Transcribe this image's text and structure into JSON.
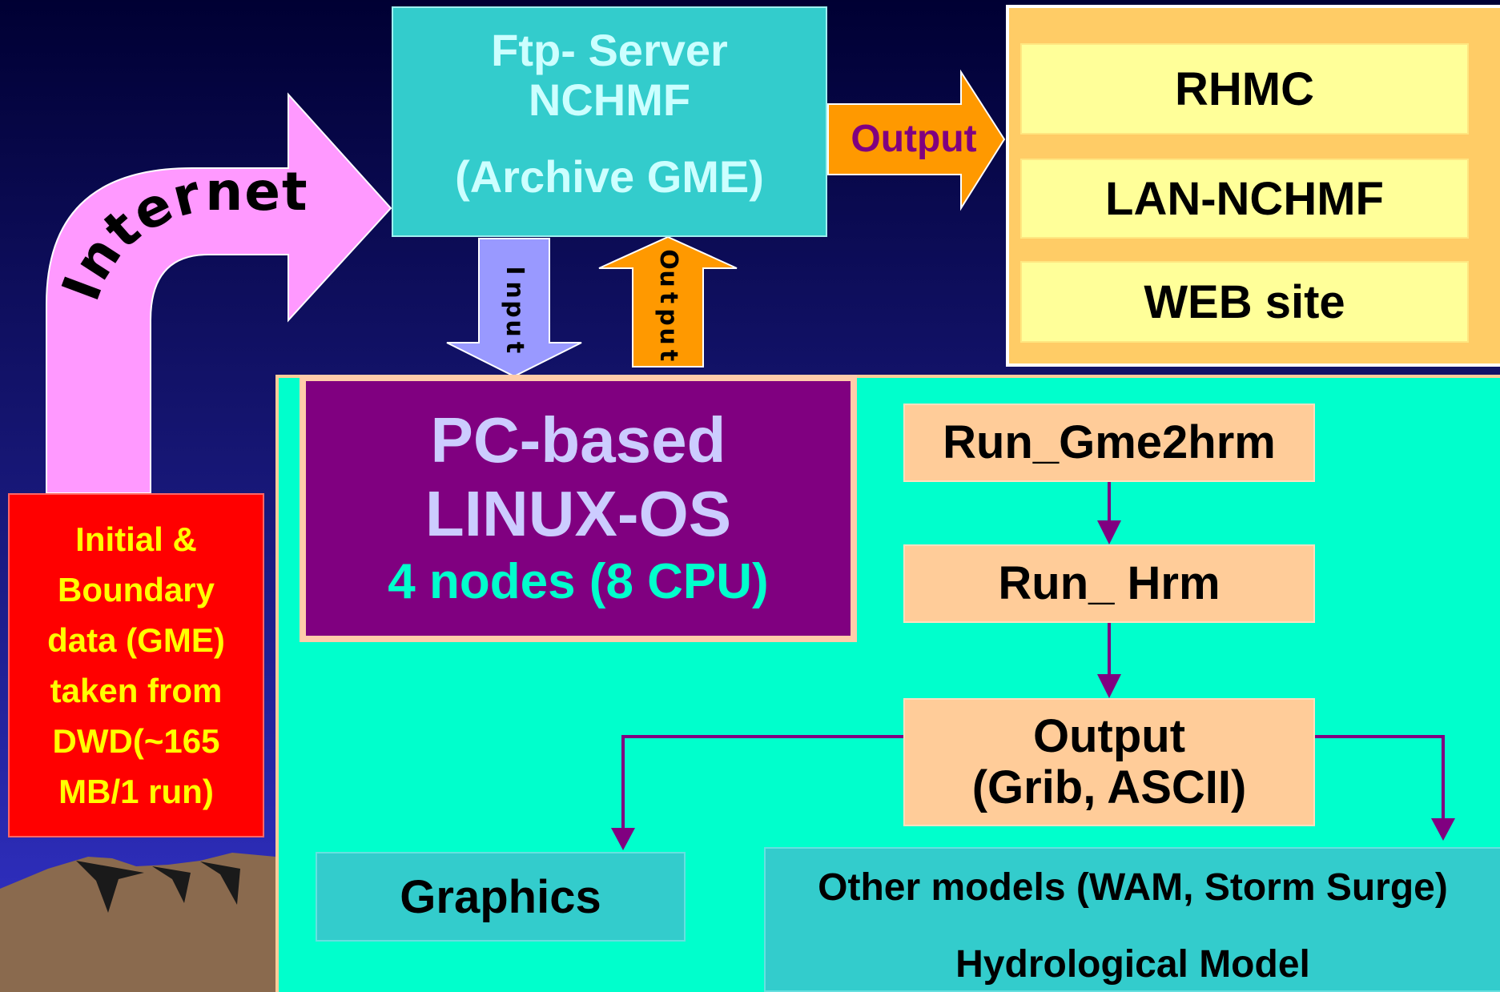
{
  "ftp_server": {
    "line1": "Ftp- Server",
    "line2": "NCHMF",
    "line3": "(Archive GME)"
  },
  "receivers": [
    "RHMC",
    "LAN-NCHMF",
    "WEB site"
  ],
  "arrows": {
    "output_right": "Output",
    "input_down": "Input",
    "output_up": "Output",
    "internet": "Internet"
  },
  "pc": {
    "line1": "PC-based",
    "line2": "LINUX-OS",
    "line3": "4 nodes (8 CPU)"
  },
  "steps": {
    "gme2hrm": "Run_Gme2hrm",
    "hrm": "Run_ Hrm",
    "output_line1": "Output",
    "output_line2": "(Grib, ASCII)"
  },
  "graphics": "Graphics",
  "other": {
    "line1": "Other models (WAM, Storm Surge)",
    "line2": "Hydrological Model"
  },
  "initial_data": [
    "Initial &",
    "Boundary",
    "data (GME)",
    "taken from",
    "DWD(~165",
    "MB/1 run)"
  ],
  "colors": {
    "background_top": "#000033",
    "background_bottom": "#3333cc",
    "panel": "#00ffcc",
    "pc_box": "#800080",
    "connector": "#800080",
    "internet_arrow": "#ff99ff",
    "output_arrow": "#ff9900",
    "input_arrow": "#9999ff"
  }
}
